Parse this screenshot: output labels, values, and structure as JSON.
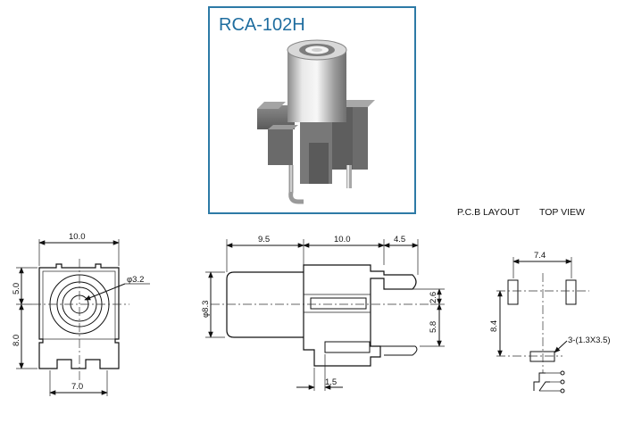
{
  "product": {
    "title": "RCA-102H",
    "frame_color": "#2d7aa6",
    "title_color": "#1f6d9f"
  },
  "pcb": {
    "layout_label": "P.C.B LAYOUT",
    "view_label": "TOP VIEW",
    "dim_width": "7.4",
    "dim_height": "8.4",
    "hole_note": "3-(1.3X3.5)"
  },
  "front_view": {
    "dim_width": "10.0",
    "dim_bottom": "7.0",
    "dim_top": "5.0",
    "dim_lower": "8.0",
    "dim_hole": "φ3.2"
  },
  "side_view": {
    "dim_a": "9.5",
    "dim_b": "10.0",
    "dim_c": "4.5",
    "dim_diameter": "φ8.3",
    "dim_d": "2.6",
    "dim_e": "5.8",
    "dim_f": "1.5"
  }
}
